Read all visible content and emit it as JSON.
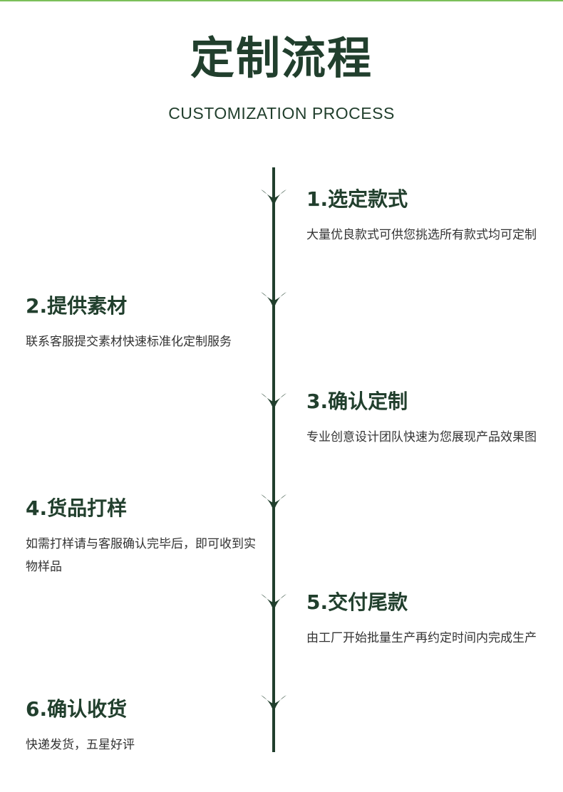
{
  "header": {
    "title": "定制流程",
    "subtitle": "CUSTOMIZATION PROCESS"
  },
  "colors": {
    "accent_line": "#7bbf5a",
    "primary_dark_green": "#213f2d",
    "text_gray": "#333333"
  },
  "steps": [
    {
      "title": "1.选定款式",
      "desc": "大量优良款式可供您挑选所有款式均可定制",
      "side": "right"
    },
    {
      "title": "2.提供素材",
      "desc": "联系客服提交素材快速标准化定制服务",
      "side": "left"
    },
    {
      "title": "3.确认定制",
      "desc": "专业创意设计团队快速为您展现产品效果图",
      "side": "right"
    },
    {
      "title": "4.货品打样",
      "desc": "如需打样请与客服确认完毕后，即可收到实物样品",
      "side": "left"
    },
    {
      "title": "5.交付尾款",
      "desc": "由工厂开始批量生产再约定时间内完成生产",
      "side": "right"
    },
    {
      "title": "6.确认收货",
      "desc": "快递发货，五星好评",
      "side": "left"
    }
  ]
}
